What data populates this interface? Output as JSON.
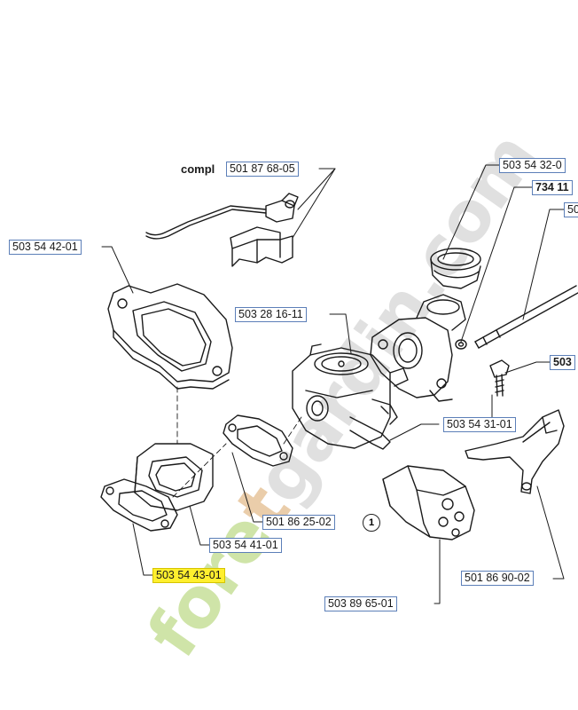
{
  "diagram": {
    "compl_prefix": "compl",
    "labels": {
      "compl_kit": "501 87 68-05",
      "top_right_1": "503 54 32-0",
      "top_right_2": "734 11",
      "top_right_3": "50",
      "left_top": "503 54 42-01",
      "carburetor": "503 28 16-11",
      "right_mid": "503",
      "screw_bracket": "503 54 31-01",
      "gasket_right": "501 86 25-02",
      "insulator": "503 54 41-01",
      "gasket_left": "503 54 43-01",
      "throttle_link": "501 86 90-02",
      "filter_block": "503 89 65-01"
    },
    "reference_number": "1",
    "highlight_color": "#ffef2e",
    "label_border_color": "#5c7fb8"
  },
  "watermark": {
    "part_a": "fore",
    "part_b": "t",
    "part_c": "gardin.com"
  }
}
